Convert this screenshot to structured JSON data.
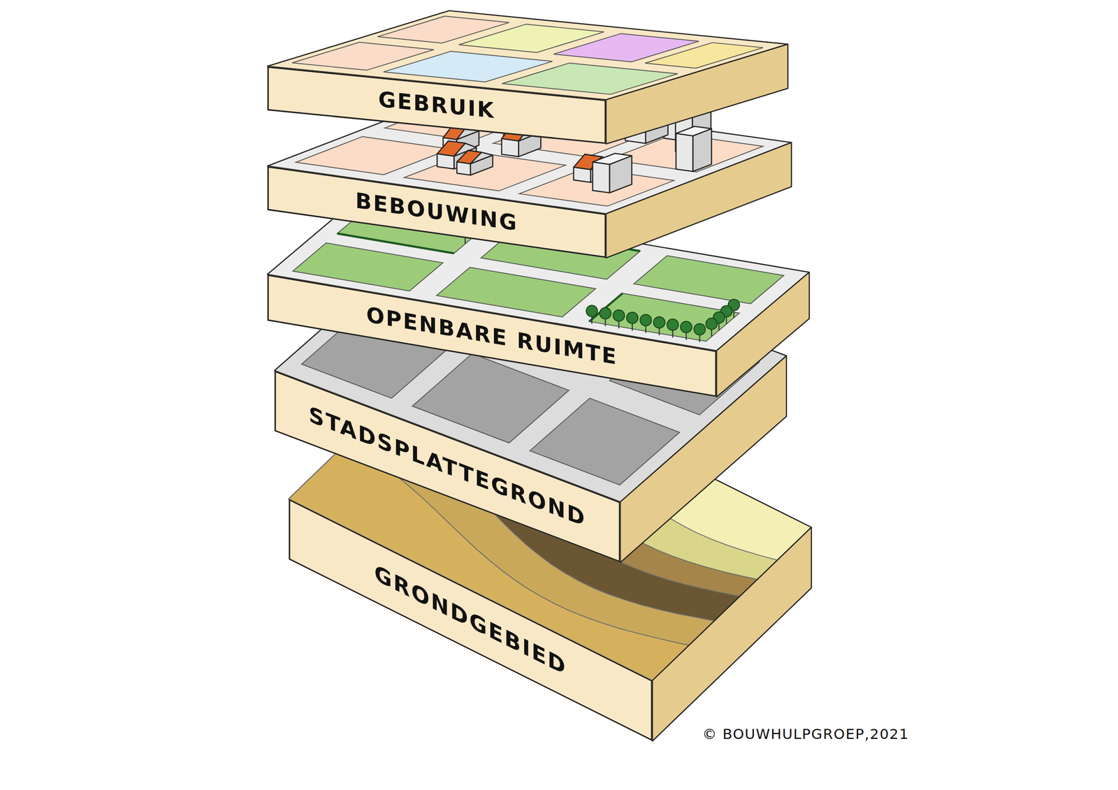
{
  "diagram": {
    "nodes": [
      {
        "text": [
          "GEBRUIK"
        ]
      },
      {
        "text": [
          "BEBOUWING"
        ]
      },
      {
        "text": [
          "OPENBARE RUIMTE"
        ]
      },
      {
        "text": [
          "STADSPLATTEGROND"
        ]
      },
      {
        "text": [
          "GRONDGEBIED"
        ]
      }
    ],
    "labels": [
      "© BOUWHULPGROEP,2021"
    ]
  }
}
